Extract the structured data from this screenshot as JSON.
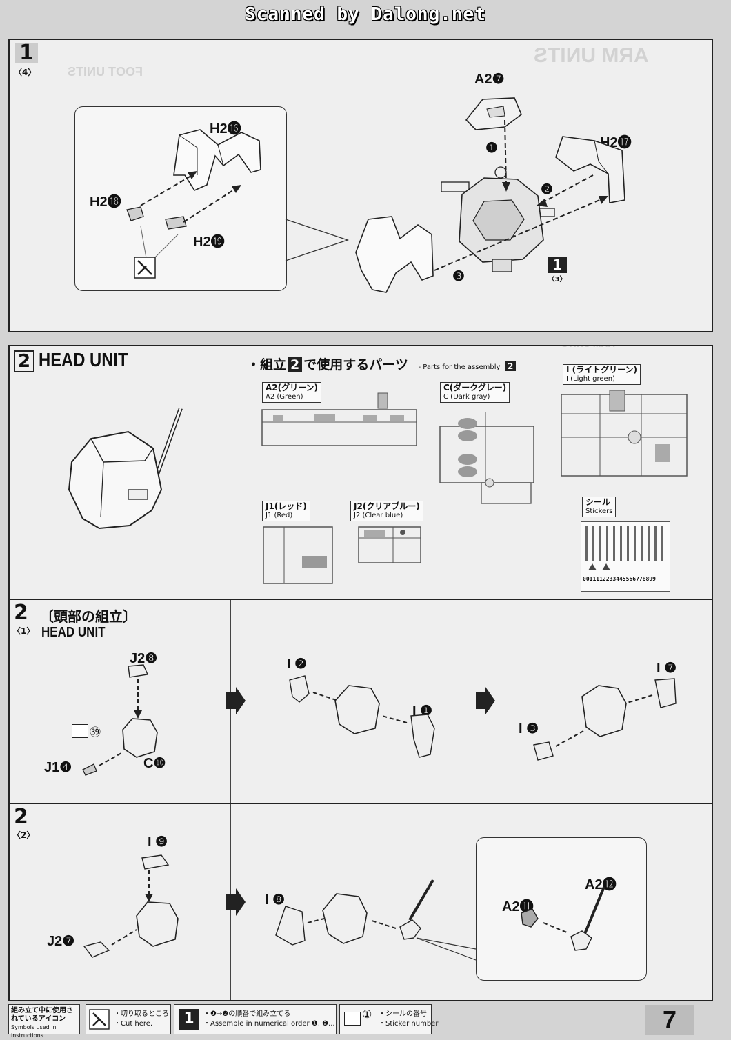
{
  "watermark": "Scanned by Dalong.net",
  "page_number": "7",
  "ghost_text": {
    "arm_units": "ARM UNITS",
    "foot_units": "FOOT UNITS"
  },
  "step1": {
    "number": "1",
    "sub": "〈4〉",
    "labels": {
      "a2_7": "A2❼",
      "h2_16": "H2⓰",
      "h2_17": "H2⓱",
      "h2_18": "H2⓲",
      "h2_19": "H2⓳"
    },
    "arrows": [
      "❶",
      "❷",
      "❸"
    ],
    "ref": {
      "num": "1",
      "sub": "〈3〉"
    }
  },
  "step2_head": {
    "number": "2",
    "title": "HEAD UNIT"
  },
  "parts_list": {
    "title_jp_prefix": "・組立",
    "title_num": "2",
    "title_jp_suffix": "で使用するパーツ",
    "title_en": "- Parts for the assembly",
    "runners": [
      {
        "jp": "A2(グリーン)",
        "en": "A2 (Green)"
      },
      {
        "jp": "C(ダークグレー)",
        "en": "C (Dark gray)"
      },
      {
        "jp": "I (ライトグリーン)",
        "en": "I (Light green)"
      },
      {
        "jp": "J1(レッド)",
        "en": "J1 (Red)"
      },
      {
        "jp": "J2(クリアブルー)",
        "en": "J2 (Clear blue)"
      },
      {
        "jp": "シール",
        "en": "Stickers"
      }
    ],
    "sticker_code": "0011112233445566778899"
  },
  "step2_1": {
    "number": "2",
    "sub": "〈1〉",
    "title_jp": "〔頭部の組立〕",
    "title_en": "HEAD UNIT",
    "labels": {
      "j2_8": "J2❽",
      "sticker_39": "㊴",
      "j1_4": "J1❹",
      "c_10": "C❿",
      "i_2": "I ❷",
      "i_1": "I ❶",
      "i_7": "I ❼",
      "i_3": "I ❸"
    }
  },
  "step2_2": {
    "number": "2",
    "sub": "〈2〉",
    "labels": {
      "i_9": "I ❾",
      "j2_7": "J2❼",
      "i_8": "I ❽",
      "a2_11": "A2⓫",
      "a2_12": "A2⓬"
    }
  },
  "footer": {
    "legend_jp": "組み立て中に使用されているアイコン",
    "legend_en": "Symbols used in instructions",
    "cut_jp": "・切り取るところ",
    "cut_en": "・Cut here.",
    "order_num": "1",
    "order_jp": "・❶→❷の順番で組み立てる",
    "order_en": "・Assemble in numerical order ❶, ❷...",
    "sticker_num": "①",
    "sticker_jp": "・シールの番号",
    "sticker_en": "・Sticker number"
  }
}
